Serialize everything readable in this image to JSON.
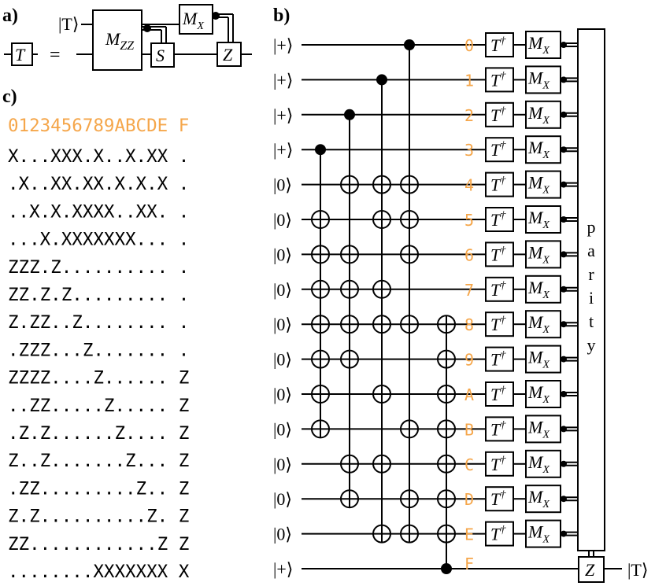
{
  "panels": {
    "a": "a)",
    "b": "b)",
    "c": "c)"
  },
  "decomposition": {
    "input_ket": "|T⟩",
    "single_gate": "T",
    "equals": "=",
    "mzz": "M",
    "mzz_sub": "ZZ",
    "s": "S",
    "mx": "M",
    "mx_sub": "X",
    "z": "Z"
  },
  "matrix": {
    "header": "0123456789ABCDE F",
    "rows": [
      "X...XXX.X..X.XX .",
      ".X..XX.XX.X.X.X .",
      "..X.X.XXXX..XX. .",
      "...X.XXXXXXX... .",
      "ZZZ.Z.......... .",
      "ZZ.Z.Z......... .",
      "Z.ZZ..Z........ .",
      ".ZZZ...Z....... .",
      "ZZZZ....Z...... Z",
      "..ZZ.....Z..... Z",
      ".Z.Z......Z.... Z",
      "Z..Z.......Z... Z",
      ".ZZ.........Z.. Z",
      "Z.Z..........Z. Z",
      "ZZ............Z Z",
      "........XXXXXXX X"
    ]
  },
  "circuit": {
    "inputs": [
      "|+⟩",
      "|+⟩",
      "|+⟩",
      "|+⟩",
      "|0⟩",
      "|0⟩",
      "|0⟩",
      "|0⟩",
      "|0⟩",
      "|0⟩",
      "|0⟩",
      "|0⟩",
      "|0⟩",
      "|0⟩",
      "|0⟩",
      "|+⟩"
    ],
    "qubit_labels": [
      "0",
      "1",
      "2",
      "3",
      "4",
      "5",
      "6",
      "7",
      "8",
      "9",
      "A",
      "B",
      "C",
      "D",
      "E",
      "F"
    ],
    "tdag": "T",
    "tdag_sup": "†",
    "mx": "M",
    "mx_sub": "X",
    "parity": [
      "p",
      "a",
      "r",
      "i",
      "t",
      "y"
    ],
    "final_z": "Z",
    "output_ket": "|T⟩",
    "cnots": [
      {
        "control": 3,
        "targets": [
          5,
          6,
          7,
          8,
          9,
          10,
          11
        ]
      },
      {
        "control": 2,
        "targets": [
          4,
          6,
          7,
          8,
          9,
          12,
          13
        ]
      },
      {
        "control": 1,
        "targets": [
          4,
          5,
          7,
          8,
          10,
          12,
          14
        ]
      },
      {
        "control": 0,
        "targets": [
          4,
          5,
          6,
          8,
          11,
          13,
          14
        ]
      },
      {
        "control": 15,
        "targets": [
          8,
          9,
          10,
          11,
          12,
          13,
          14
        ]
      }
    ]
  },
  "colors": {
    "accent": "#f5a64a",
    "ink": "#000000"
  }
}
